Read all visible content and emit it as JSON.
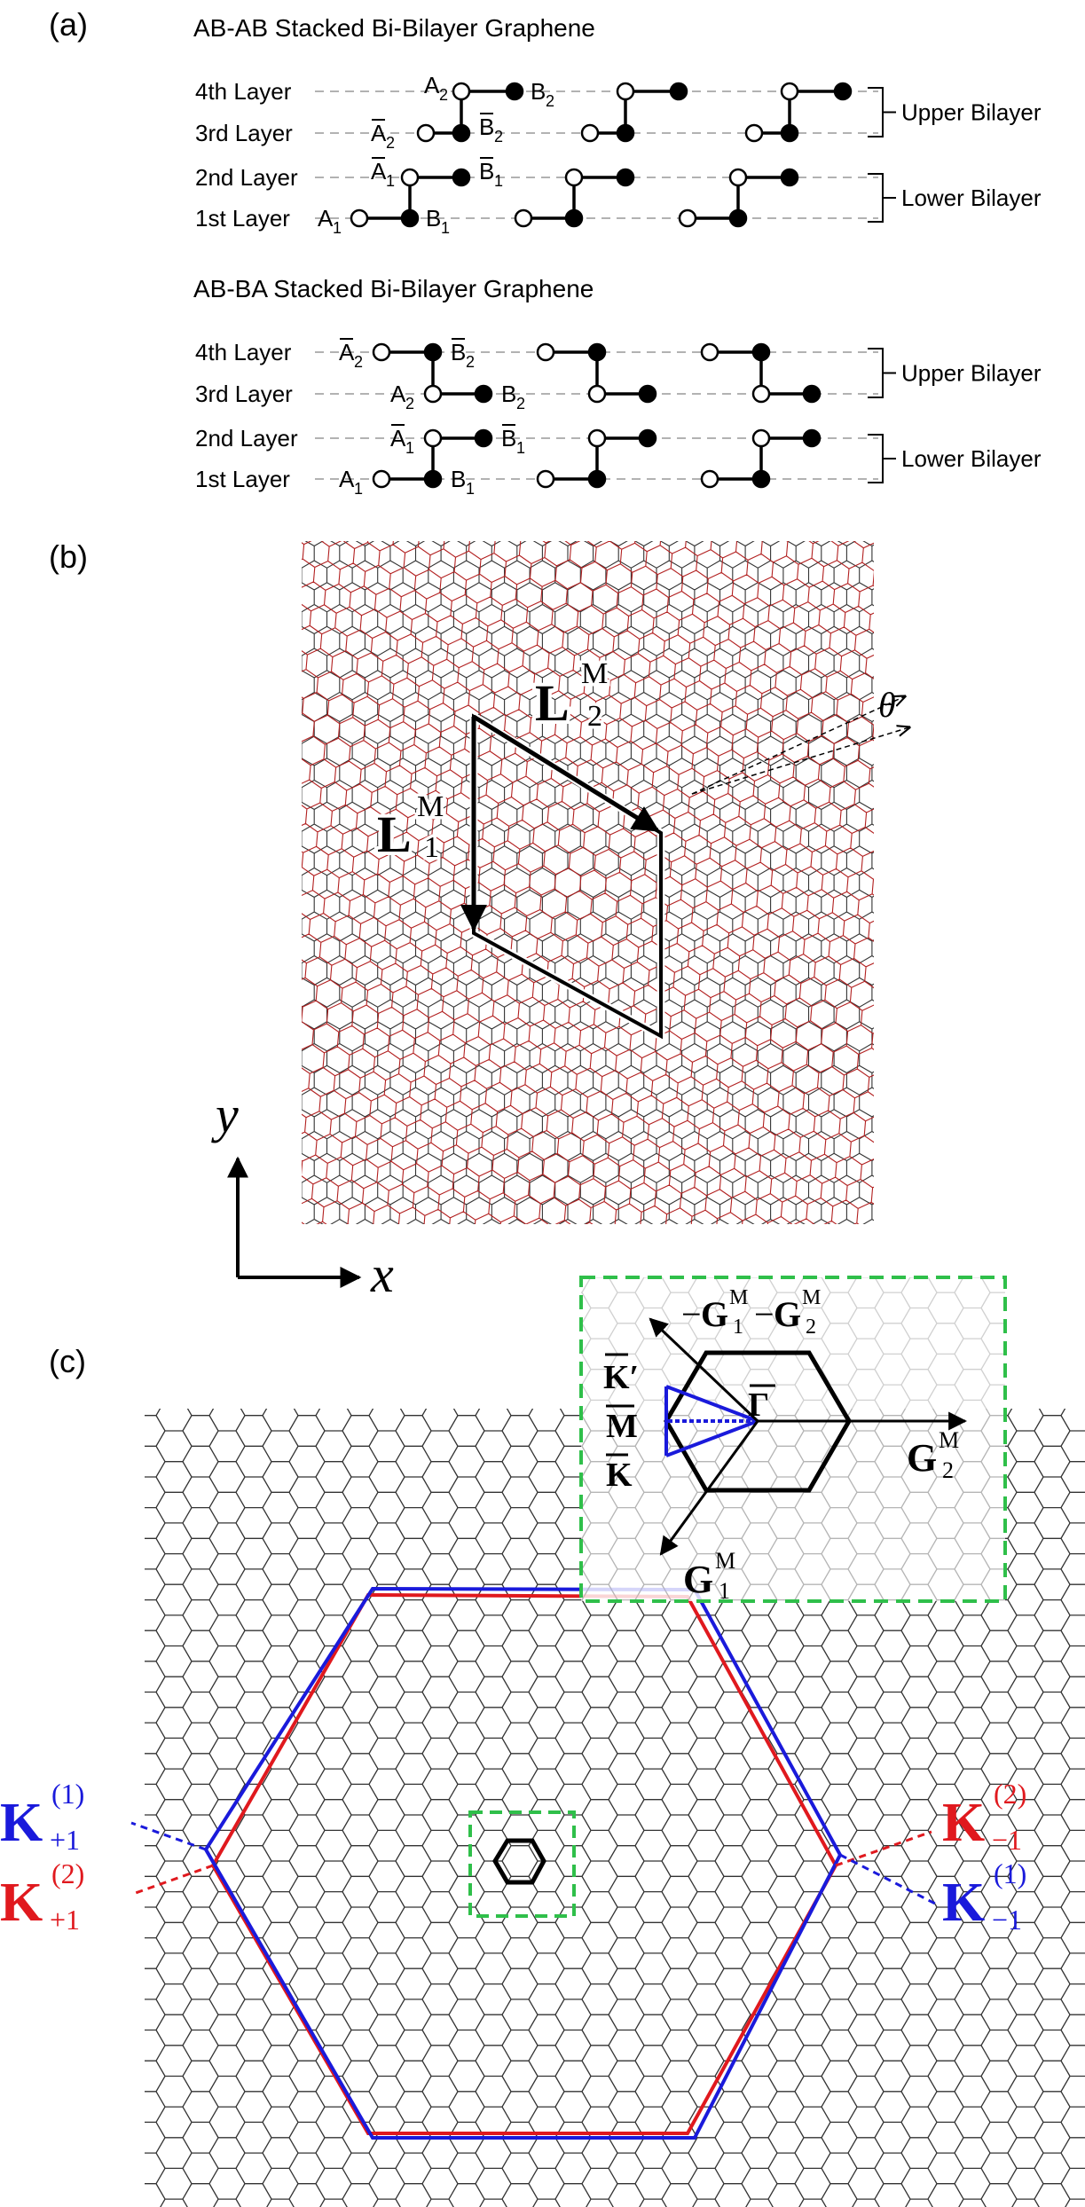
{
  "panel_a": {
    "label": "(a)",
    "diagrams": [
      {
        "title": "AB-AB Stacked Bi-Bilayer Graphene",
        "layers": [
          "4th Layer",
          "3rd Layer",
          "2nd Layer",
          "1st Layer"
        ],
        "upper_bracket": "Upper Bilayer",
        "lower_bracket": "Lower Bilayer",
        "site_labels": {
          "l4a": {
            "base": "A",
            "sub": "2",
            "bar": false
          },
          "l4b": {
            "base": "B",
            "sub": "2",
            "bar": false
          },
          "l3a": {
            "base": "A",
            "sub": "2",
            "bar": true
          },
          "l3b": {
            "base": "B",
            "sub": "2",
            "bar": true
          },
          "l2a": {
            "base": "A",
            "sub": "1",
            "bar": true
          },
          "l2b": {
            "base": "B",
            "sub": "1",
            "bar": true
          },
          "l1a": {
            "base": "A",
            "sub": "1",
            "bar": false
          },
          "l1b": {
            "base": "B",
            "sub": "1",
            "bar": false
          }
        }
      },
      {
        "title": "AB-BA Stacked Bi-Bilayer Graphene",
        "layers": [
          "4th Layer",
          "3rd Layer",
          "2nd Layer",
          "1st Layer"
        ],
        "upper_bracket": "Upper Bilayer",
        "lower_bracket": "Lower Bilayer",
        "site_labels": {
          "l4a": {
            "base": "A",
            "sub": "2",
            "bar": true
          },
          "l4b": {
            "base": "B",
            "sub": "2",
            "bar": true
          },
          "l3a": {
            "base": "A",
            "sub": "2",
            "bar": false
          },
          "l3b": {
            "base": "B",
            "sub": "2",
            "bar": false
          },
          "l2a": {
            "base": "A",
            "sub": "1",
            "bar": true
          },
          "l2b": {
            "base": "B",
            "sub": "1",
            "bar": true
          },
          "l1a": {
            "base": "A",
            "sub": "1",
            "bar": false
          },
          "l1b": {
            "base": "B",
            "sub": "1",
            "bar": false
          }
        }
      }
    ]
  },
  "panel_b": {
    "label": "(b)",
    "vec1": {
      "base": "L",
      "sup": "M",
      "sub": "1"
    },
    "vec2": {
      "base": "L",
      "sup": "M",
      "sub": "2"
    },
    "angle": "θ",
    "axis_x": "x",
    "axis_y": "y"
  },
  "panel_c": {
    "label": "(c)",
    "inset_vec_top": {
      "prefix": "−",
      "base1": "G",
      "sup1": "M",
      "sub1": "1",
      "mid": "−",
      "base2": "G",
      "sup2": "M",
      "sub2": "2"
    },
    "inset_vec_right": {
      "base": "G",
      "sup": "M",
      "sub": "2"
    },
    "inset_vec_bottom": {
      "base": "G",
      "sup": "M",
      "sub": "1"
    },
    "point_kprime": "K′",
    "point_m": "M",
    "point_k": "K",
    "point_gamma": "Γ",
    "k_left_top": {
      "base": "K",
      "sup": "(1)",
      "sub": "+1",
      "color": "#1a1adb"
    },
    "k_left_bottom": {
      "base": "K",
      "sup": "(2)",
      "sub": "+1",
      "color": "#e0191e"
    },
    "k_right_top": {
      "base": "K",
      "sup": "(2)",
      "sub": "−1",
      "color": "#e0191e"
    },
    "k_right_bottom": {
      "base": "K",
      "sup": "(1)",
      "sub": "−1",
      "color": "#1a1adb"
    }
  },
  "colors": {
    "layer1": "#333333",
    "layer2": "#b22020",
    "blue": "#1a1adb",
    "red": "#e0191e",
    "green": "#2fbf4a"
  }
}
